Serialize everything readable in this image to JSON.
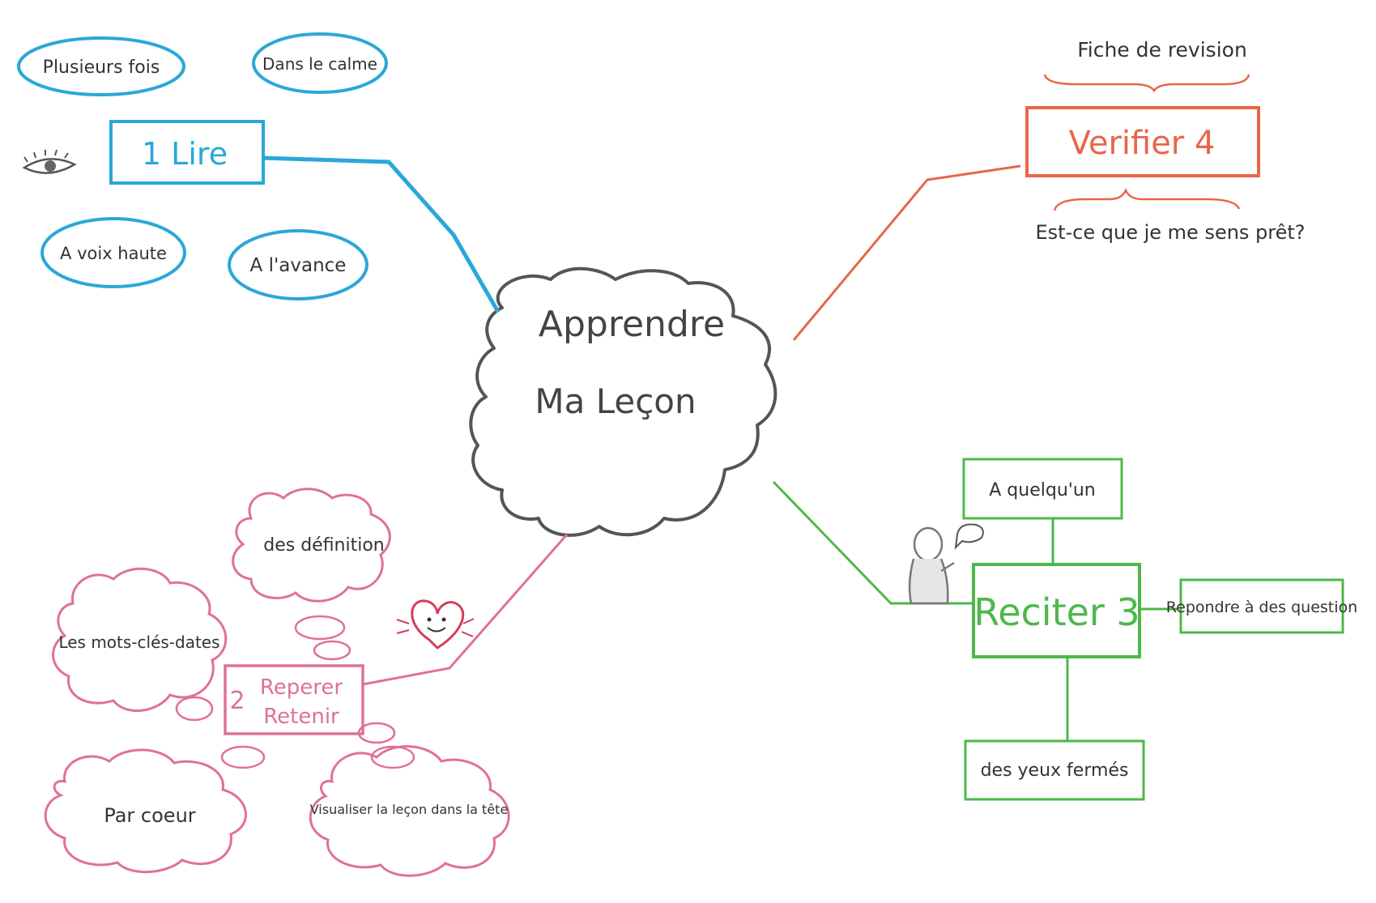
{
  "center": {
    "line1": "Apprendre",
    "line2": "Ma Leçon"
  },
  "branch_lire": {
    "label": "1 Lire",
    "color": "#29a8d8",
    "items": [
      "Plusieurs fois",
      "Dans le calme",
      "A voix haute",
      "A l'avance"
    ],
    "icon": "eye-icon"
  },
  "branch_reperer": {
    "number": "2",
    "label_line1": "Reperer",
    "label_line2": "Retenir",
    "color": "#e0709a",
    "items": [
      "des définition",
      "Les mots-clés-dates",
      "Par coeur",
      "Visualiser la leçon dans la tête"
    ],
    "icon": "heart-icon"
  },
  "branch_reciter": {
    "label": "Reciter 3",
    "color": "#4db84a",
    "items": [
      "A quelqu'un",
      "Repondre à des question",
      "des yeux fermés"
    ],
    "icon": "person-speaking-icon"
  },
  "branch_verifier": {
    "label": "Verifier 4",
    "color": "#e8664a",
    "note_top": "Fiche de revision",
    "note_bottom": "Est-ce que je me sens prêt?"
  }
}
